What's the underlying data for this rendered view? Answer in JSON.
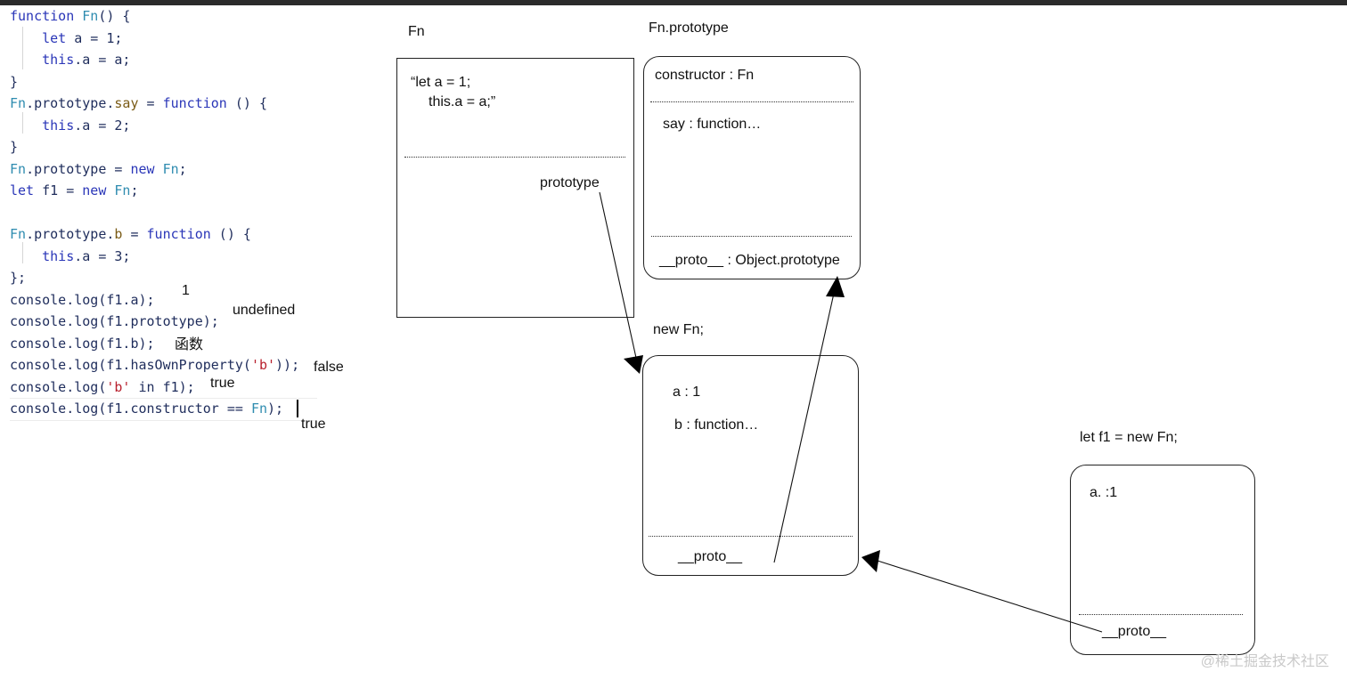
{
  "code": {
    "lines": [
      [
        {
          "t": "function",
          "c": "kw"
        },
        {
          "t": " "
        },
        {
          "t": "Fn",
          "c": "fn"
        },
        {
          "t": "() {"
        }
      ],
      [
        {
          "t": "    "
        },
        {
          "t": "let",
          "c": "kw"
        },
        {
          "t": " a = 1;"
        }
      ],
      [
        {
          "t": "    "
        },
        {
          "t": "this",
          "c": "kw"
        },
        {
          "t": ".a = a;"
        }
      ],
      [
        {
          "t": "}"
        }
      ],
      [
        {
          "t": "Fn",
          "c": "fn"
        },
        {
          "t": ".prototype."
        },
        {
          "t": "say",
          "c": "pr"
        },
        {
          "t": " = "
        },
        {
          "t": "function",
          "c": "kw"
        },
        {
          "t": " () {"
        }
      ],
      [
        {
          "t": "    "
        },
        {
          "t": "this",
          "c": "kw"
        },
        {
          "t": ".a = 2;"
        }
      ],
      [
        {
          "t": "}"
        }
      ],
      [
        {
          "t": "Fn",
          "c": "fn"
        },
        {
          "t": ".prototype = "
        },
        {
          "t": "new",
          "c": "kw"
        },
        {
          "t": " "
        },
        {
          "t": "Fn",
          "c": "fn"
        },
        {
          "t": ";"
        }
      ],
      [
        {
          "t": "let",
          "c": "kw"
        },
        {
          "t": " f1 = "
        },
        {
          "t": "new",
          "c": "kw"
        },
        {
          "t": " "
        },
        {
          "t": "Fn",
          "c": "fn"
        },
        {
          "t": ";"
        }
      ],
      [
        {
          "t": ""
        }
      ],
      [
        {
          "t": "Fn",
          "c": "fn"
        },
        {
          "t": ".prototype."
        },
        {
          "t": "b",
          "c": "pr"
        },
        {
          "t": " = "
        },
        {
          "t": "function",
          "c": "kw"
        },
        {
          "t": " () {"
        }
      ],
      [
        {
          "t": "    "
        },
        {
          "t": "this",
          "c": "kw"
        },
        {
          "t": ".a = 3;"
        }
      ],
      [
        {
          "t": "};"
        }
      ],
      [
        {
          "t": "console.log(f1.a);"
        }
      ],
      [
        {
          "t": "console.log(f1.prototype);"
        }
      ],
      [
        {
          "t": "console.log(f1.b);"
        }
      ],
      [
        {
          "t": "console.log(f1.hasOwnProperty("
        },
        {
          "t": "'b'",
          "c": "st"
        },
        {
          "t": "));"
        }
      ],
      [
        {
          "t": "console.log("
        },
        {
          "t": "'b'",
          "c": "st"
        },
        {
          "t": " in f1);"
        }
      ],
      [
        {
          "t": "console.log(f1.constructor == "
        },
        {
          "t": "Fn",
          "c": "fn"
        },
        {
          "t": ");"
        }
      ]
    ]
  },
  "answers": {
    "a": "1",
    "prototype": "undefined",
    "b": "函数",
    "hasOwn": "false",
    "in": "true",
    "ctor": "true"
  },
  "diagram": {
    "fn_box": {
      "title": "Fn",
      "body_line1": "“let a = 1;",
      "body_line2": "this.a = a;”",
      "prototype_label": "prototype"
    },
    "proto_box": {
      "title": "Fn.prototype",
      "constructor": "constructor : Fn",
      "say": "say : function…",
      "proto": "__proto__ : Object.prototype"
    },
    "newfn_box": {
      "title": "new Fn;",
      "a": "a : 1",
      "b": "b : function…",
      "proto": "__proto__"
    },
    "f1_box": {
      "title": "let f1 = new Fn;",
      "a": "a. :1",
      "proto": "__proto__"
    }
  },
  "watermark": "@稀土掘金技术社区"
}
